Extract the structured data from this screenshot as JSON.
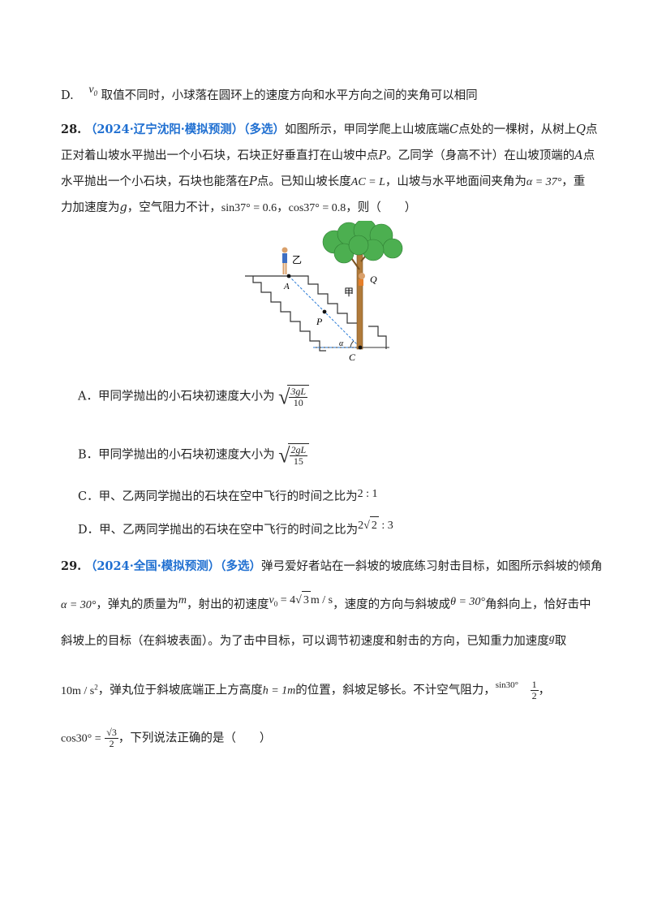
{
  "q27": {
    "optD_label": "D.",
    "optD_var": "v",
    "optD_sub": "0",
    "optD_text": "取值不同时，小球落在圆环上的速度方向和水平方向之间的夹角可以相同"
  },
  "q28": {
    "number": "28.",
    "source": "（2024·辽宁沈阳·模拟预测）",
    "multi": "（多选）",
    "line1": "如图所示，甲同学爬上山坡底端",
    "line1_C": "C",
    "line1_b": "点处的一棵树，从树上",
    "line1_Q": "Q",
    "line1_c": "点",
    "line2_a": "正对着山坡水平抛出一个小石块，石块正好垂直打在山坡中点",
    "line2_P": "P",
    "line2_b": "。乙同学（身高不计）在山坡顶端的",
    "line2_A": "A",
    "line2_c": "点",
    "line3_a": "水平抛出一个小石块，石块也能落在",
    "line3_P": "P",
    "line3_b": "点。已知山坡长度",
    "line3_eq": "AC = L",
    "line3_c": "，山坡与水平地面间夹角为",
    "line3_alpha": "α = 37°",
    "line3_d": "，重",
    "line4_a": "力加速度为",
    "line4_g": "g",
    "line4_b": "，空气阻力不计，",
    "line4_sin": "sin37° = 0.6",
    "line4_c": "，",
    "line4_cos": "cos37° = 0.8",
    "line4_d": "，则（　　）",
    "figure": {
      "label_yi": "乙",
      "label_A": "A",
      "label_jia": "甲",
      "label_Q": "Q",
      "label_P": "P",
      "label_alpha": "α",
      "label_C": "C"
    },
    "options": [
      {
        "label": "A．",
        "text": "甲同学抛出的小石块初速度大小为",
        "num": "3gL",
        "den": "10"
      },
      {
        "label": "B．",
        "text": "甲同学抛出的小石块初速度大小为",
        "num": "2gL",
        "den": "15"
      },
      {
        "label": "C．",
        "text": "甲、乙两同学抛出的石块在空中飞行的时间之比为",
        "ratio": "2 : 1"
      },
      {
        "label": "D．",
        "text": "甲、乙两同学抛出的石块在空中飞行的时间之比为",
        "ratio_a": "2",
        "ratio_sqrt": "2",
        "ratio_b": " : 3"
      }
    ]
  },
  "q29": {
    "number": "29.",
    "source": "（2024·全国·模拟预测）",
    "multi": "（多选）",
    "line1": "弹弓爱好者站在一斜坡的坡底练习射击目标，如图所示斜坡的倾角",
    "line2_alpha": "α = 30°",
    "line2_a": "，弹丸的质量为",
    "line2_m": "m",
    "line2_b": "，射出的初速度",
    "line2_v": "v",
    "line2_vsub": "0",
    "line2_veq": " = 4",
    "line2_vsqrt": "3",
    "line2_vunit": "m / s",
    "line2_c": "，速度的方向与斜坡成",
    "line2_theta": "θ = 30°",
    "line2_d": "角斜向上，恰好击中",
    "line3_a": "斜坡上的目标（在斜坡表面）。为了击中目标，可以调节初速度和射击的方向，已知重力加速度",
    "line3_g": "g",
    "line3_b": "取",
    "line4_g": "10m / s",
    "line4_sup": "2",
    "line4_a": "，弹丸位于斜坡底端正上方高度",
    "line4_h": "h = 1m",
    "line4_b": "的位置，斜坡足够长。不计空气阻力，",
    "line4_sin": "sin30°",
    "line4_num": "1",
    "line4_den": "2",
    "line4_c": "，",
    "line5_cos": "cos30° =",
    "line5_num": "√3",
    "line5_den": "2",
    "line5_a": "，下列说法正确的是（　　）"
  }
}
